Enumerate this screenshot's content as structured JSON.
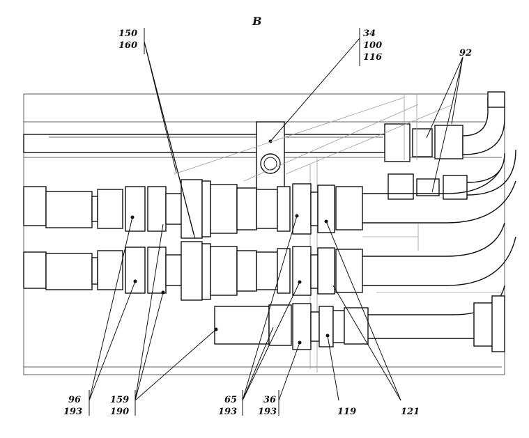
{
  "view_label": "B",
  "callouts": {
    "c150": "150",
    "c160": "160",
    "c34": "34",
    "c100": "100",
    "c116": "116",
    "c92": "92",
    "c96": "96",
    "c193a": "193",
    "c159": "159",
    "c190": "190",
    "c65": "65",
    "c193b": "193",
    "c36": "36",
    "c193c": "193",
    "c119": "119",
    "c121": "121"
  }
}
